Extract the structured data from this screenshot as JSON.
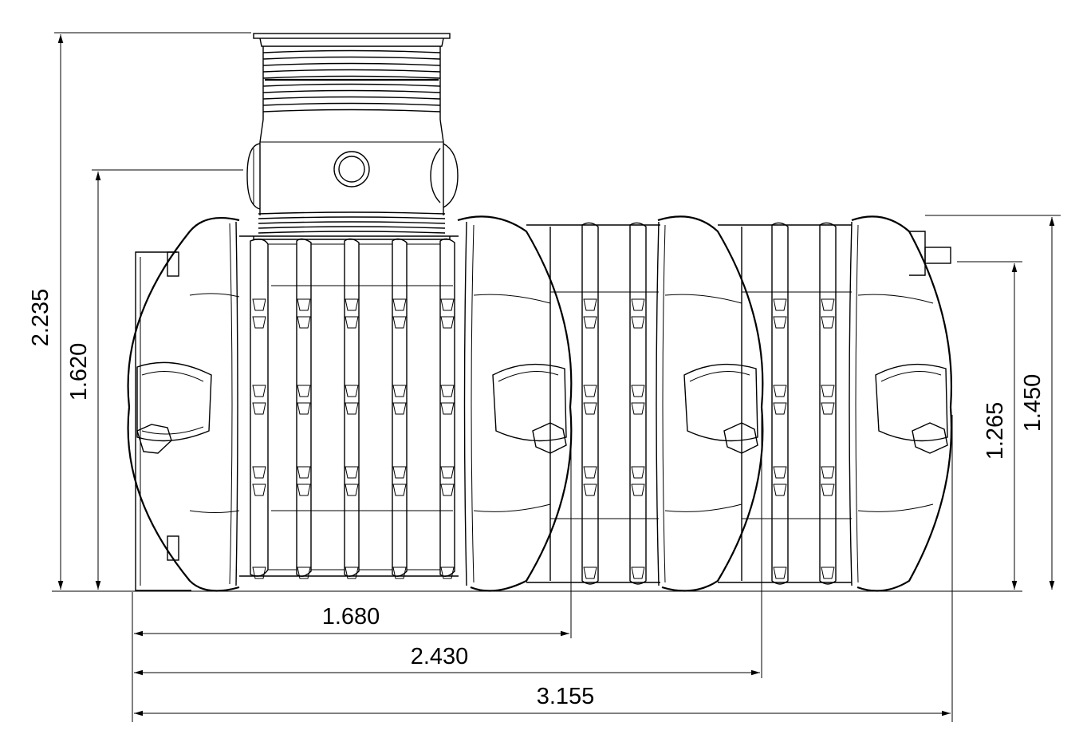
{
  "dimensions": {
    "overall_height": "2.235",
    "inlet_height": "1.620",
    "outlet_height": "1.265",
    "tank_height": "1.450",
    "length_1": "1.680",
    "length_2": "2.430",
    "length_total": "3.155"
  },
  "colors": {
    "line": "#000000",
    "background": "#ffffff"
  }
}
